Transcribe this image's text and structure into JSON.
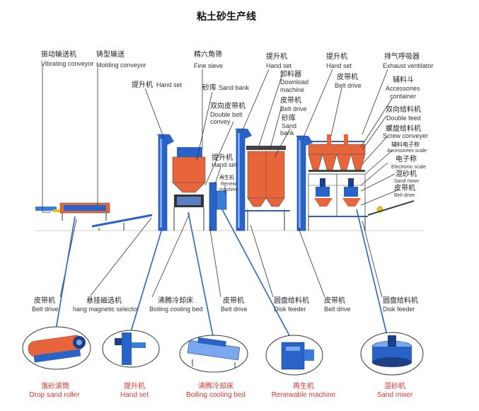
{
  "title": "粘土砂生产线",
  "labels": {
    "vibrating_conveyor": {
      "zh": "振动输送机",
      "en": "Vibrating conveyor"
    },
    "molding_conveyor": {
      "zh": "铸型输送",
      "en": "Molding conveyor"
    },
    "fine_sieve": {
      "zh": "精六角筛",
      "en": "Fine sieve"
    },
    "hand_set_1": {
      "zh": "提升机",
      "en": "Hand set"
    },
    "sand_bank_1": {
      "zh": "砂库",
      "en": "Sand bank"
    },
    "double_belt": {
      "zh": "双向皮带机",
      "en1": "Double belt",
      "en2": "convey"
    },
    "hand_set_2": {
      "zh": "提升机",
      "en": "Hand set"
    },
    "renew_machine": {
      "zh": "再生机",
      "en1": "Renew",
      "en2": "machine"
    },
    "hand_set_3": {
      "zh": "提升机",
      "en": "Hand set"
    },
    "download_machine": {
      "zh": "卸料器",
      "en1": "Download",
      "en2": "machine"
    },
    "belt_drive_top1": {
      "zh": "皮带机",
      "en": "Belt drive"
    },
    "sand_bank_2": {
      "zh": "砂库",
      "en1": "Sand",
      "en2": "bank"
    },
    "hand_set_4": {
      "zh": "提升机",
      "en": "Hand set"
    },
    "belt_drive_top2": {
      "zh": "皮带机",
      "en": "Belt drive"
    },
    "exhaust_ventilator": {
      "zh": "排气呼吸器",
      "en": "Exhaust ventilator"
    },
    "accessories_container": {
      "zh": "辅料斗",
      "en1": "Accessories",
      "en2": "container"
    },
    "double_feed": {
      "zh": "双向给料机",
      "en": "Double feed"
    },
    "screw_conveyer": {
      "zh": "螺旋给料机",
      "en": "Screw conveyer"
    },
    "accessories_scale": {
      "zh": "辅料电子称",
      "en": "Accessories scale"
    },
    "electronic_scale": {
      "zh": "电子称",
      "en": "Electronic scale"
    },
    "sand_mixer_r": {
      "zh": "混砂机",
      "en": "Sand mixer"
    },
    "belt_drive_r": {
      "zh": "皮带机",
      "en": "Belt drive"
    },
    "belt_drive_b1": {
      "zh": "皮带机",
      "en": "Belt drive"
    },
    "magnetic_selector": {
      "zh": "悬挂磁选机",
      "en": "hang magnetic selector"
    },
    "boiling_bed_b": {
      "zh": "沸腾冷却床",
      "en": "Boiling cooling bed"
    },
    "belt_drive_b2": {
      "zh": "皮带机",
      "en": "Belt drive"
    },
    "disk_feeder_1": {
      "zh": "圆盘给料机",
      "en": "Disk feeder"
    },
    "belt_drive_b3": {
      "zh": "皮带机",
      "en": "Belt drive"
    },
    "disk_feeder_2": {
      "zh": "圆盘给料机",
      "en": "Disk feeder"
    }
  },
  "photos": [
    {
      "zh": "落砂滚筒",
      "en": "Drop sand roller"
    },
    {
      "zh": "提升机",
      "en": "Hand set"
    },
    {
      "zh": "沸腾冷却床",
      "en": "Boiling cooling bed"
    },
    {
      "zh": "再生机",
      "en": "Renewable machine"
    },
    {
      "zh": "混砂机",
      "en": "Sand mixer"
    }
  ],
  "colors": {
    "accent_blue": "#2a63c8",
    "machine_orange": "#e8643a",
    "caption_red": "#d33333"
  }
}
